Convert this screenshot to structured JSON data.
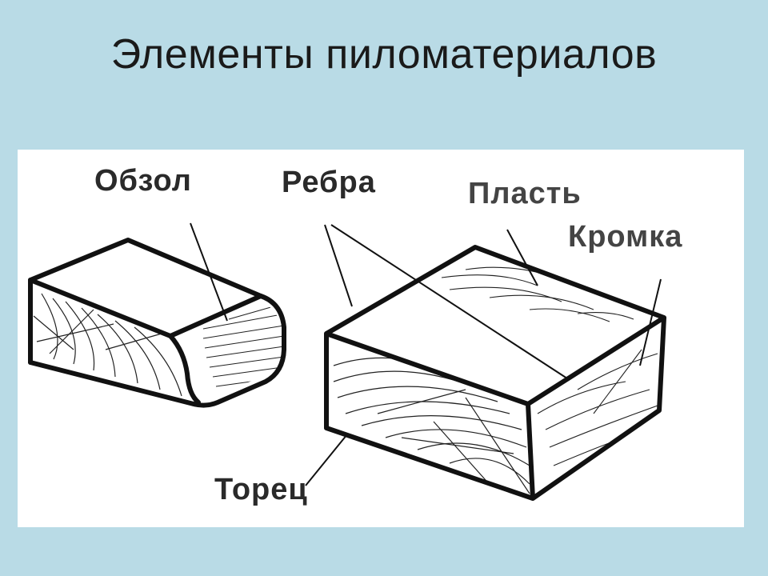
{
  "title": "Элементы пиломатериалов",
  "labels": {
    "obzol": "Обзол",
    "rebra": "Ребра",
    "plast": "Пласть",
    "kromka": "Кромка",
    "torets": "Торец"
  },
  "colors": {
    "background": "#b9dbe6",
    "panel": "#ffffff",
    "ink": "#111111"
  }
}
